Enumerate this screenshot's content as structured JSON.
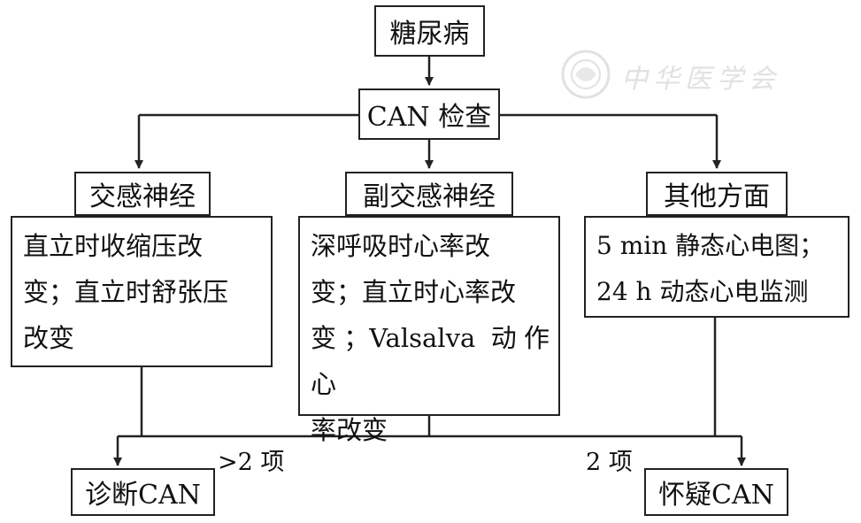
{
  "diagram": {
    "root": "糖尿病",
    "check": "CAN 检查",
    "branches": {
      "sympathetic": {
        "title": "交感神经",
        "lines": [
          "直立时收缩压改",
          "变；直立时舒张压",
          "改变"
        ]
      },
      "parasympathetic": {
        "title": "副交感神经",
        "lines": [
          "深呼吸时心率改",
          "变；直立时心率改",
          "变；Valsalva 动作心",
          "率改变"
        ]
      },
      "other": {
        "title": "其他方面",
        "lines": [
          "5 min 静态心电图；",
          "24 h 动态心电监测"
        ]
      }
    },
    "outcomes": {
      "left": {
        "label": "诊断CAN",
        "condition": ">2 项"
      },
      "right": {
        "label": "怀疑CAN",
        "condition": "2 项"
      }
    }
  },
  "watermark": {
    "text": "中华医学会",
    "color": "#c9c9c9"
  }
}
